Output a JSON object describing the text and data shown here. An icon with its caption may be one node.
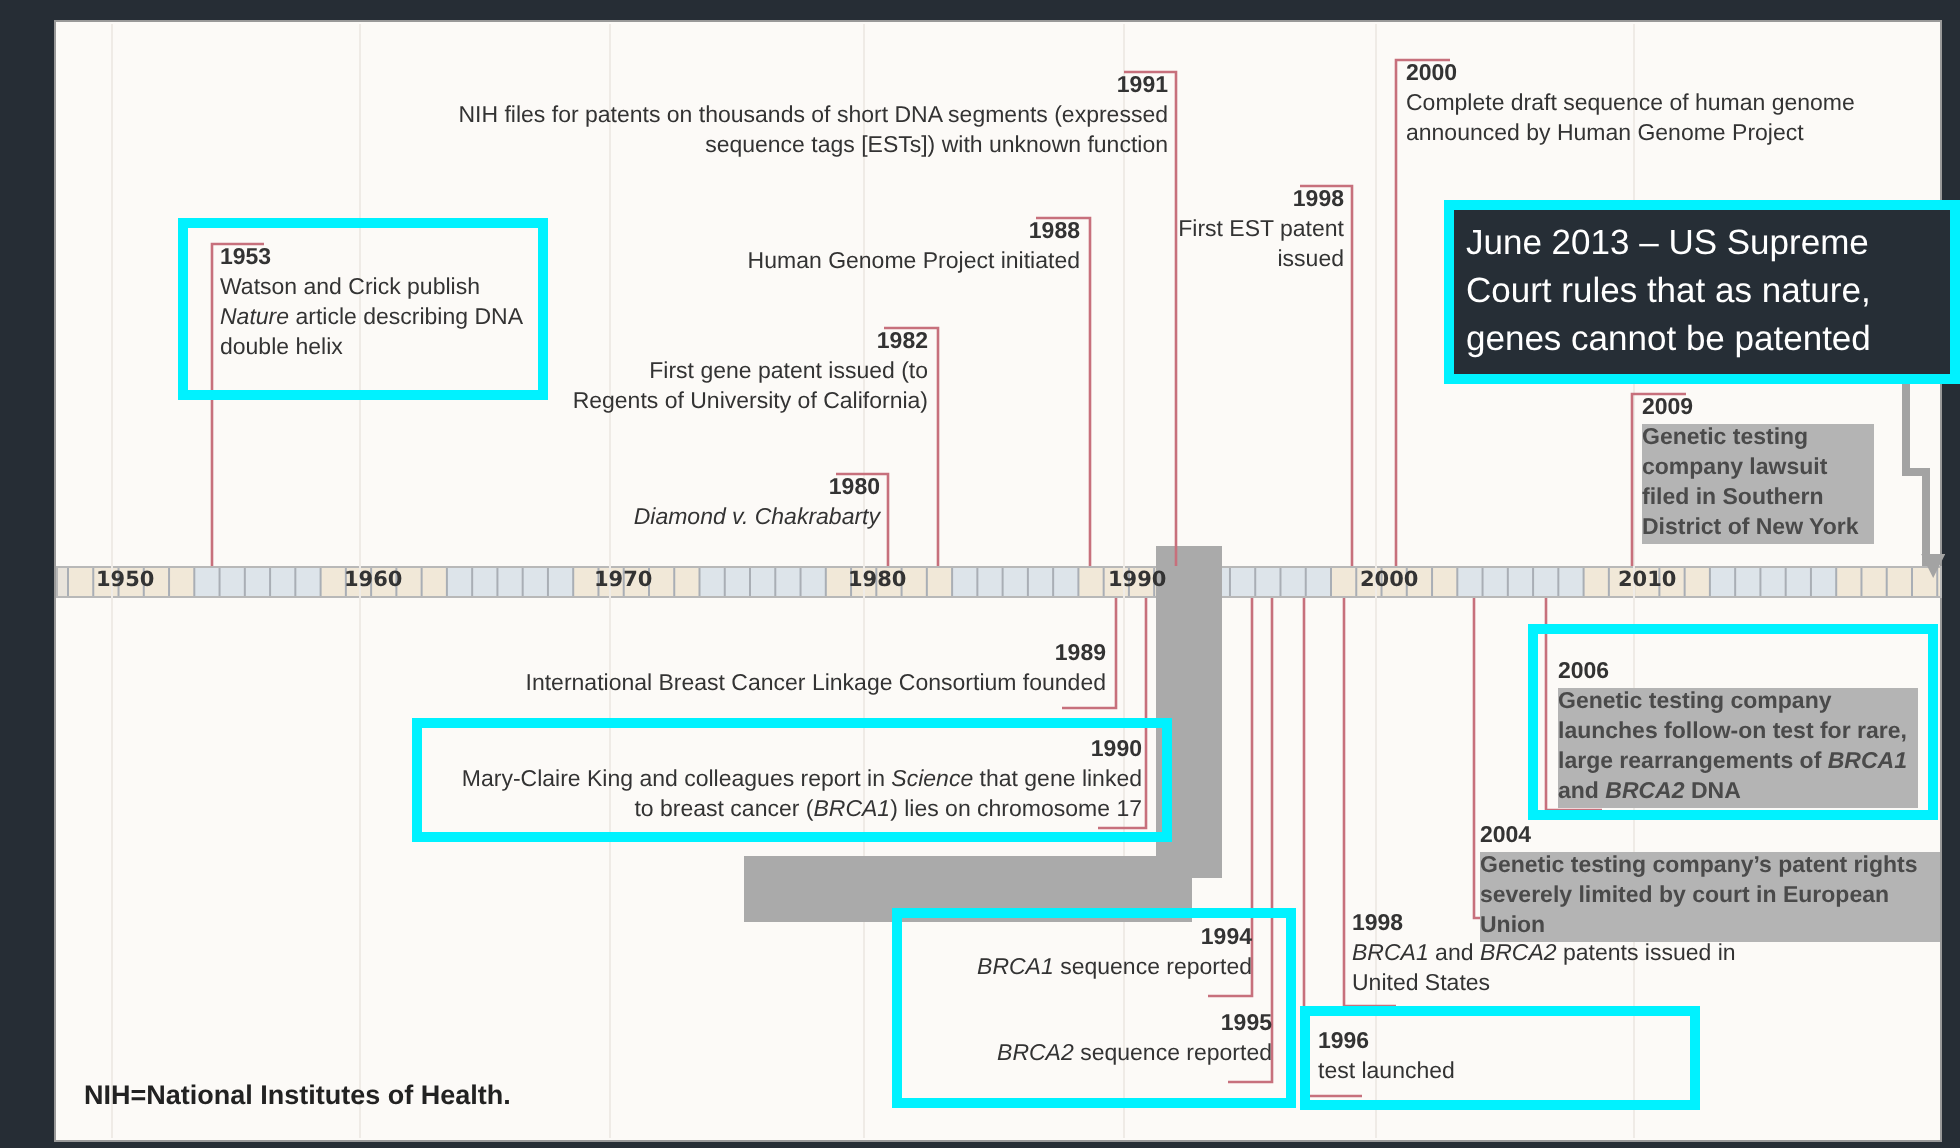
{
  "diagram": {
    "nodes": [
      {
        "text": [
          "1991",
          "NIH files for patents on thousands of short DNA segments (expressed sequence tags [ESTs]) with unknown function"
        ]
      },
      {
        "text": [
          "2000",
          "Complete draft sequence of human genome announced by Human Genome Project"
        ]
      },
      {
        "text": [
          "1988",
          "Human Genome Project initiated"
        ]
      },
      {
        "text": [
          "1998",
          "First EST patent issued"
        ]
      },
      {
        "text": [],
        "shape": "box"
      },
      {
        "text": [
          "1953",
          "Watson and Crick publish *Nature* article describing DNA double helix"
        ],
        "in": 4
      },
      {
        "text": [
          "June 2013 – US Supreme Court rules that as nature, genes cannot be patented"
        ]
      },
      {
        "text": [
          "1982",
          "First gene patent issued (to Regents of University of California)"
        ]
      },
      {
        "text": [
          "2009",
          "Genetic testing company lawsuit filed in Southern District of New York"
        ]
      },
      {
        "text": [
          "1980",
          "Diamond v. Chakrabarty"
        ]
      },
      {
        "text": [
          "1989",
          "International Breast Cancer Linkage Consortium founded"
        ]
      },
      {
        "text": [],
        "shape": "box"
      },
      {
        "text": [
          "1990",
          "Mary-Claire King and colleagues report in *Science* that gene linked to breast cancer (*BRCA1*) lies on chromosome 17"
        ],
        "in": 11
      },
      {
        "text": [],
        "shape": "box"
      },
      {
        "text": [
          "2006",
          "Genetic testing company launches follow-on test for rare, large rearrangements of *BRCA1* and *BRCA2* DNA"
        ],
        "in": 13
      },
      {
        "text": [
          "2004",
          "Genetic testing company’s patent rights severely limited by court in European Union"
        ]
      },
      {
        "text": [],
        "shape": "box"
      },
      {
        "text": [
          "1994",
          "*BRCA1* sequence reported"
        ],
        "in": 16
      },
      {
        "text": [
          "1995",
          "*BRCA2* sequence reported"
        ],
        "in": 16
      },
      {
        "text": [
          "1998",
          "*BRCA1* and *BRCA2* patents issued in United States"
        ]
      },
      {
        "text": [],
        "shape": "box"
      },
      {
        "text": [
          "1996",
          "test launched"
        ],
        "in": 20
      },
      {
        "text": [],
        "shape": "bar"
      }
    ],
    "edges": [
      {
        "from": 0,
        "to": 22,
        "arrow": "none"
      },
      {
        "from": 1,
        "to": 22,
        "arrow": "none"
      },
      {
        "from": 2,
        "to": 22,
        "arrow": "none"
      },
      {
        "from": 3,
        "to": 22,
        "arrow": "none"
      },
      {
        "from": 5,
        "to": 22,
        "arrow": "none"
      },
      {
        "from": 6,
        "to": 22,
        "arrow": "to",
        "style": "thick",
        "color": "#a3a3a3"
      },
      {
        "from": 7,
        "to": 22,
        "arrow": "none"
      },
      {
        "from": 8,
        "to": 22,
        "arrow": "none"
      },
      {
        "from": 9,
        "to": 22,
        "arrow": "none"
      },
      {
        "from": 10,
        "to": 22,
        "arrow": "none"
      },
      {
        "from": 12,
        "to": 22,
        "arrow": "none"
      },
      {
        "from": 14,
        "to": 22,
        "arrow": "none"
      },
      {
        "from": 15,
        "to": 22,
        "arrow": "none"
      },
      {
        "from": 17,
        "to": 22,
        "arrow": "none"
      },
      {
        "from": 18,
        "to": 22,
        "arrow": "none"
      },
      {
        "from": 19,
        "to": 22,
        "arrow": "none"
      },
      {
        "from": 21,
        "to": 22,
        "arrow": "none"
      }
    ],
    "labels": [
      "1950",
      "1960",
      "1970",
      "1980",
      "1990",
      "2000",
      "2010",
      "NIH=National Institutes of Health."
    ]
  }
}
